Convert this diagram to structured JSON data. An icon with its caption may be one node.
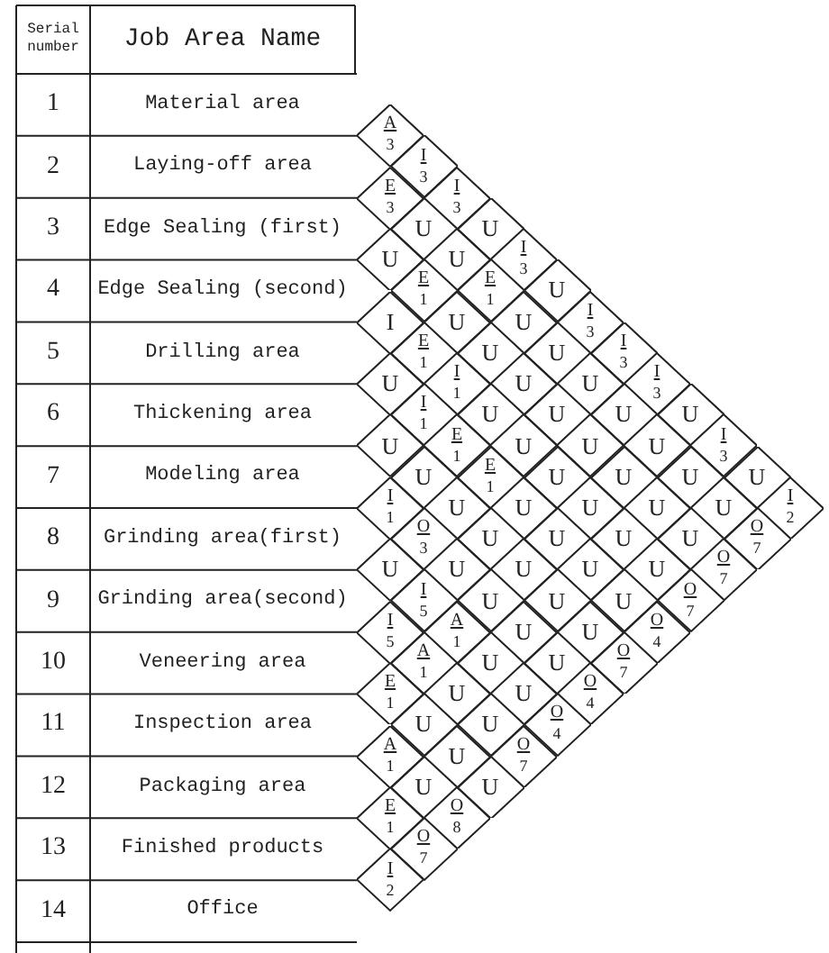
{
  "diagram": {
    "nodes": [
      {
        "text": [
          "A",
          "3"
        ]
      },
      {
        "text": [
          "I",
          "3"
        ]
      },
      {
        "text": [
          "I",
          "3"
        ]
      },
      {
        "text": [
          "U"
        ]
      },
      {
        "text": [
          "I",
          "3"
        ]
      },
      {
        "text": [
          "U"
        ]
      },
      {
        "text": [
          "I",
          "3"
        ]
      },
      {
        "text": [
          "I",
          "3"
        ]
      },
      {
        "text": [
          "I",
          "3"
        ]
      },
      {
        "text": [
          "U"
        ]
      },
      {
        "text": [
          "I",
          "3"
        ]
      },
      {
        "text": [
          "U"
        ]
      },
      {
        "text": [
          "I",
          "2"
        ]
      },
      {
        "text": [
          "E",
          "3"
        ]
      },
      {
        "text": [
          "U"
        ]
      },
      {
        "text": [
          "U"
        ]
      },
      {
        "text": [
          "E",
          "1"
        ]
      },
      {
        "text": [
          "U"
        ]
      },
      {
        "text": [
          "U"
        ]
      },
      {
        "text": [
          "U"
        ]
      },
      {
        "text": [
          "U"
        ]
      },
      {
        "text": [
          "U"
        ]
      },
      {
        "text": [
          "U"
        ]
      },
      {
        "text": [
          "U"
        ]
      },
      {
        "text": [
          "O",
          "7"
        ]
      },
      {
        "text": [
          "U"
        ]
      },
      {
        "text": [
          "E",
          "1"
        ]
      },
      {
        "text": [
          "U"
        ]
      },
      {
        "text": [
          "U"
        ]
      },
      {
        "text": [
          "U"
        ]
      },
      {
        "text": [
          "U"
        ]
      },
      {
        "text": [
          "U"
        ]
      },
      {
        "text": [
          "U"
        ]
      },
      {
        "text": [
          "U"
        ]
      },
      {
        "text": [
          "U"
        ]
      },
      {
        "text": [
          "O",
          "7"
        ]
      },
      {
        "text": [
          "I"
        ]
      },
      {
        "text": [
          "E",
          "1"
        ]
      },
      {
        "text": [
          "I",
          "1"
        ]
      },
      {
        "text": [
          "U"
        ]
      },
      {
        "text": [
          "U"
        ]
      },
      {
        "text": [
          "U"
        ]
      },
      {
        "text": [
          "U"
        ]
      },
      {
        "text": [
          "U"
        ]
      },
      {
        "text": [
          "U"
        ]
      },
      {
        "text": [
          "O",
          "7"
        ]
      },
      {
        "text": [
          "U"
        ]
      },
      {
        "text": [
          "I",
          "1"
        ]
      },
      {
        "text": [
          "E",
          "1"
        ]
      },
      {
        "text": [
          "E",
          "1"
        ]
      },
      {
        "text": [
          "U"
        ]
      },
      {
        "text": [
          "U"
        ]
      },
      {
        "text": [
          "U"
        ]
      },
      {
        "text": [
          "U"
        ]
      },
      {
        "text": [
          "O",
          "4"
        ]
      },
      {
        "text": [
          "U"
        ]
      },
      {
        "text": [
          "U"
        ]
      },
      {
        "text": [
          "U"
        ]
      },
      {
        "text": [
          "U"
        ]
      },
      {
        "text": [
          "U"
        ]
      },
      {
        "text": [
          "U"
        ]
      },
      {
        "text": [
          "U"
        ]
      },
      {
        "text": [
          "O",
          "7"
        ]
      },
      {
        "text": [
          "I",
          "1"
        ]
      },
      {
        "text": [
          "O",
          "3"
        ]
      },
      {
        "text": [
          "U"
        ]
      },
      {
        "text": [
          "U"
        ]
      },
      {
        "text": [
          "U"
        ]
      },
      {
        "text": [
          "U"
        ]
      },
      {
        "text": [
          "O",
          "4"
        ]
      },
      {
        "text": [
          "U"
        ]
      },
      {
        "text": [
          "I",
          "5"
        ]
      },
      {
        "text": [
          "A",
          "1"
        ]
      },
      {
        "text": [
          "U"
        ]
      },
      {
        "text": [
          "U"
        ]
      },
      {
        "text": [
          "O",
          "4"
        ]
      },
      {
        "text": [
          "I",
          "5"
        ]
      },
      {
        "text": [
          "A",
          "1"
        ]
      },
      {
        "text": [
          "U"
        ]
      },
      {
        "text": [
          "U"
        ]
      },
      {
        "text": [
          "O",
          "7"
        ]
      },
      {
        "text": [
          "E",
          "1"
        ]
      },
      {
        "text": [
          "U"
        ]
      },
      {
        "text": [
          "U"
        ]
      },
      {
        "text": [
          "U"
        ]
      },
      {
        "text": [
          "A",
          "1"
        ]
      },
      {
        "text": [
          "U"
        ]
      },
      {
        "text": [
          "O",
          "8"
        ]
      },
      {
        "text": [
          "E",
          "1"
        ]
      },
      {
        "text": [
          "O",
          "7"
        ]
      },
      {
        "text": [
          "I",
          "2"
        ]
      }
    ],
    "labels": [
      "Serial number",
      "Job Area Name",
      "1",
      "Material area",
      "2",
      "Laying-off area",
      "3",
      "Edge Sealing (first)",
      "4",
      "Edge Sealing (second)",
      "5",
      "Drilling area",
      "6",
      "Thickening area",
      "7",
      "Modeling area",
      "8",
      "Grinding area(first)",
      "9",
      "Grinding area(second)",
      "10",
      "Veneering area",
      "11",
      "Inspection area",
      "12",
      "Packaging area",
      "13",
      "Finished products",
      "14",
      "Office"
    ]
  }
}
